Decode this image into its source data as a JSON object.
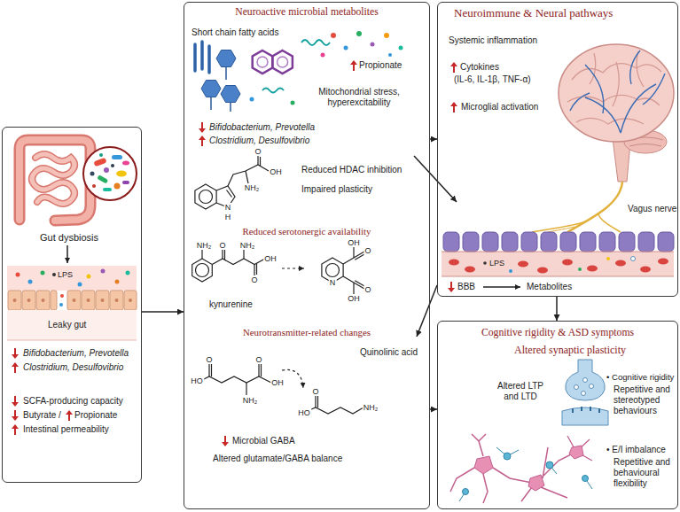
{
  "diagram": {
    "nodes": [
      {
        "text": [
          "Gut dysbiosis",
          "Bifidobacterium, Prevotella",
          "Clostridium, Desulfovibrio",
          "SCFA-producing capacity",
          "Butyrate /",
          "Propionate",
          "Intestinal permeability"
        ]
      },
      {
        "text": [
          "Neuroactive microbial metabolites",
          "Short chain fatty acids",
          "Propionate",
          "Mitochondrial stress, hyperexcitability",
          "Bifidobacterium, Prevotella",
          "Clostridium, Desulfovibrio",
          "Reduced HDAC inhibition",
          "Impaired plasticity",
          "Reduced serotonergic availability",
          "Neurotransmitter-related changes",
          "Microbial GABA",
          "Altered glutamate/GABA balance"
        ]
      },
      {
        "text": [
          "Neuroimmune & Neural pathways",
          "Systemic inflammation",
          "Cytokines",
          "(IL-6, IL-1β, TNF-α)",
          "Microglial activation",
          "BBB",
          "Metabolites"
        ]
      },
      {
        "text": [
          "Cognitive rigidity & ASD symptoms",
          "Altered synaptic plasticity",
          "Altered LTP and LTD",
          "• Cognitive rigidity",
          "Repetitive and stereotyped behaviours",
          "• E/I imbalance",
          "Repetitive and behavioural flexibility"
        ]
      }
    ],
    "edges": [
      {
        "from": 0,
        "to": 1,
        "arrow": "to"
      },
      {
        "from": 1,
        "to": 2,
        "arrow": "to"
      },
      {
        "from": 1,
        "to": 2,
        "arrow": "to"
      },
      {
        "from": 2,
        "to": 1,
        "arrow": "to"
      },
      {
        "from": 2,
        "to": 3,
        "arrow": "to"
      },
      {
        "from": 1,
        "to": 3,
        "arrow": "to"
      }
    ],
    "labels": [
      "Leaky gut",
      "LPS",
      "N",
      "H",
      "O",
      "OH",
      "NH₂",
      "NH₂",
      "O",
      "NH₂",
      "O",
      "OH",
      "kynurenine",
      "N",
      "O",
      "OH",
      "O",
      "OH",
      "Quinolinic acid",
      "HO",
      "O",
      "O",
      "NH₂",
      "OH",
      "HO",
      "O",
      "NH₂",
      "Vagus nerve",
      "LPS"
    ]
  }
}
